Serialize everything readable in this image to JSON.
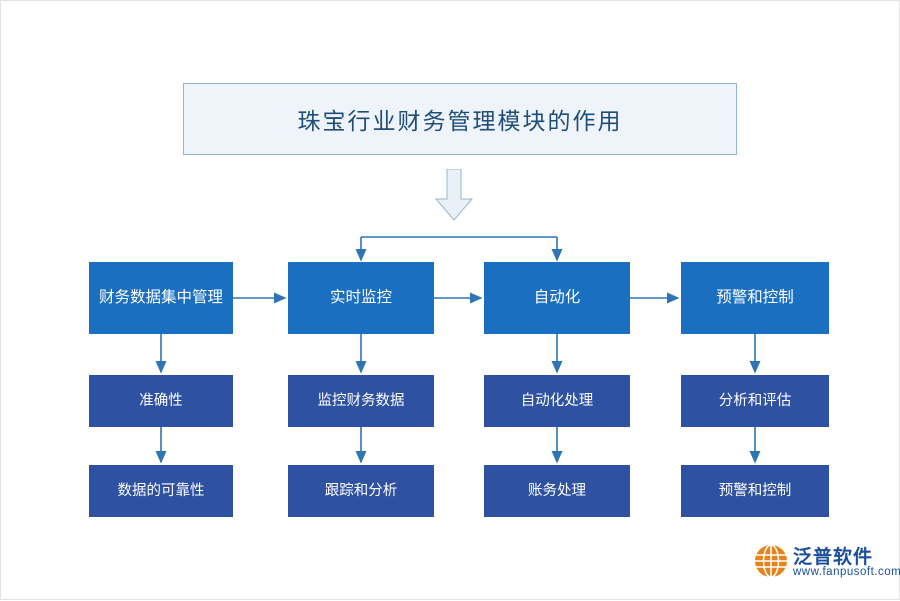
{
  "diagram": {
    "title": "珠宝行业财务管理模块的作用",
    "colors": {
      "title_fill": "#eff4fa",
      "title_border": "#8fb4d9",
      "title_text": "#1f4e79",
      "row1_fill": "#1b6fc0",
      "row2_fill": "#2e51a2",
      "connector": "#2e75b6",
      "arrow_fill": "#eaf0f8",
      "arrow_stroke": "#9ab5d4"
    },
    "columns": [
      {
        "id": "col1",
        "nodes": [
          {
            "label": "财务数据集中管理"
          },
          {
            "label": "准确性"
          },
          {
            "label": "数据的可靠性"
          }
        ]
      },
      {
        "id": "col2",
        "nodes": [
          {
            "label": "实时监控"
          },
          {
            "label": "监控财务数据"
          },
          {
            "label": "跟踪和分析"
          }
        ]
      },
      {
        "id": "col3",
        "nodes": [
          {
            "label": "自动化"
          },
          {
            "label": "自动化处理"
          },
          {
            "label": "账务处理"
          }
        ]
      },
      {
        "id": "col4",
        "nodes": [
          {
            "label": "预警和控制"
          },
          {
            "label": "分析和评估"
          },
          {
            "label": "预警和控制"
          }
        ]
      }
    ]
  },
  "logo": {
    "name": "泛普软件",
    "url": "www.fanpusoft.com"
  }
}
